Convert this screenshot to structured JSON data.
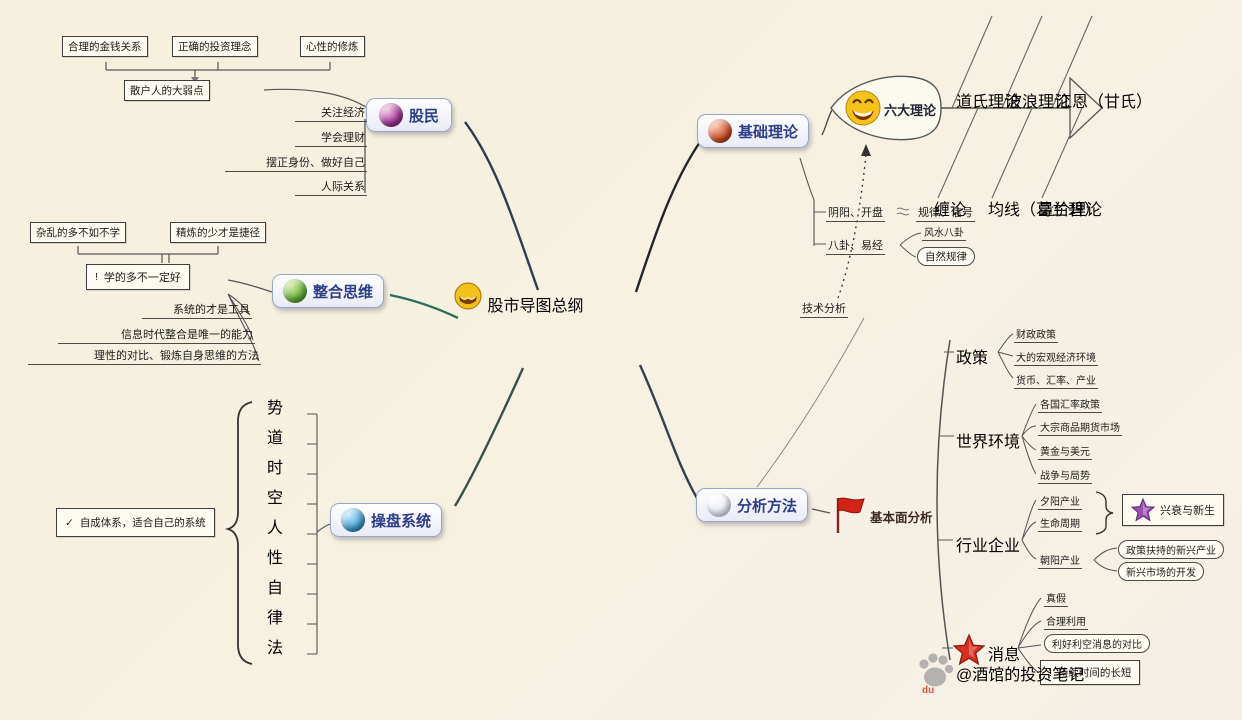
{
  "center": {
    "title": "股市导图总纲"
  },
  "watermark": {
    "handle": "@酒馆的投资笔记",
    "paw": "du"
  },
  "investors": {
    "node": "股民",
    "top_boxes": [
      "合理的金钱关系",
      "正确的投资理念",
      "心性的修炼"
    ],
    "summary": "散户人的大弱点",
    "children": [
      "关注经济",
      "学会理财",
      "摆正身份、做好自己",
      "人际关系"
    ]
  },
  "thinking": {
    "node": "整合思维",
    "top_boxes": [
      "杂乱的多不如不学",
      "精炼的少才是捷径"
    ],
    "note": "学的多不一定好",
    "children": [
      "系统的才是工具",
      "信息时代整合是唯一的能力",
      "理性的对比、锻炼自身思维的方法"
    ]
  },
  "system": {
    "node": "操盘系统",
    "check_box": "自成体系，适合自己的系统",
    "bubbles": [
      "势",
      "道",
      "时",
      "空",
      "人",
      "性",
      "自",
      "律",
      "法"
    ]
  },
  "theory": {
    "node": "基础理论",
    "fish_head": "六大理论",
    "fish_top": [
      "道氏理论",
      "波浪理论",
      "江恩（甘氏）"
    ],
    "fish_bottom": [
      "缠论",
      "均线（葛兰碧）",
      "量价理论"
    ],
    "row1_left": "阴阳、开盘",
    "row1_right": "规律、信号",
    "row2_left": "八卦、易经",
    "row2_children": [
      "风水八卦",
      "自然规律"
    ]
  },
  "analysis": {
    "node": "分析方法",
    "technical": "技术分析",
    "fundamental": "基本面分析",
    "policy": {
      "label": "政策",
      "children": [
        "财政政策",
        "大的宏观经济环境",
        "货币、汇率、产业"
      ]
    },
    "world": {
      "label": "世界环境",
      "children": [
        "各国汇率政策",
        "大宗商品期货市场",
        "黄金与美元",
        "战争与局势"
      ]
    },
    "industry": {
      "label": "行业企业",
      "sunset": "夕阳产业",
      "lifecycle": "生命周期",
      "star": "兴衰与新生",
      "sunrise": "朝阳产业",
      "sunrise_children": [
        "政策扶持的新兴产业",
        "新兴市场的开发"
      ]
    },
    "news": {
      "label": "消息",
      "children": [
        "真假",
        "合理利用",
        "利好利空消息的对比",
        "持续时间的长短"
      ]
    }
  }
}
